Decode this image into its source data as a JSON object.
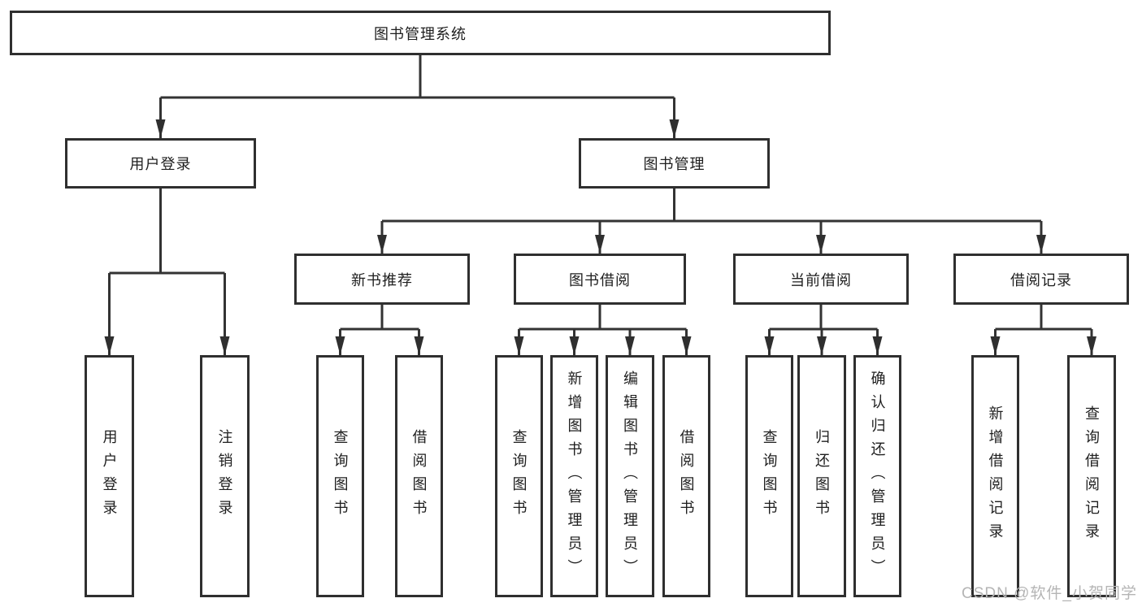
{
  "diagram": {
    "root": {
      "label": "图书管理系统"
    },
    "branches": [
      {
        "label": "用户登录",
        "leaves": [
          {
            "label": "用户登录"
          },
          {
            "label": "注销登录"
          }
        ]
      },
      {
        "label": "图书管理",
        "groups": [
          {
            "label": "新书推荐",
            "leaves": [
              {
                "label": "查询图书"
              },
              {
                "label": "借阅图书"
              }
            ]
          },
          {
            "label": "图书借阅",
            "leaves": [
              {
                "label": "查询图书"
              },
              {
                "label": "新增图书（管理员）"
              },
              {
                "label": "编辑图书（管理员）"
              },
              {
                "label": "借阅图书"
              }
            ]
          },
          {
            "label": "当前借阅",
            "leaves": [
              {
                "label": "查询图书"
              },
              {
                "label": "归还图书"
              },
              {
                "label": "确认归还（管理员）"
              }
            ]
          },
          {
            "label": "借阅记录",
            "leaves": [
              {
                "label": "新增借阅记录"
              },
              {
                "label": "查询借阅记录"
              }
            ]
          }
        ]
      }
    ]
  },
  "watermark": {
    "text": "CSDN @软件_小贺同学"
  },
  "colors": {
    "line": "#333333",
    "box_border": "#2f2f2f",
    "text": "#1e1e1e",
    "watermark": "#b5b5b5",
    "background": "#ffffff"
  }
}
